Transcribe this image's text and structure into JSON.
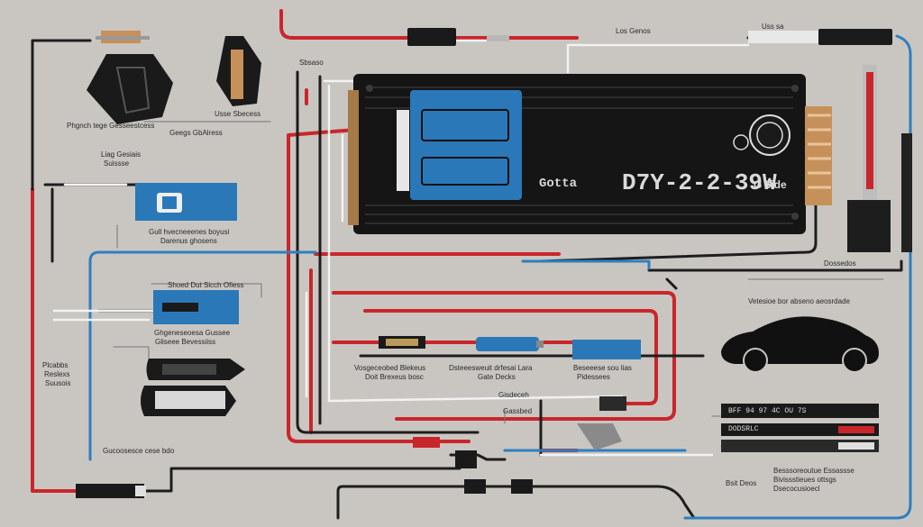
{
  "colors": {
    "background": "#c9c6c1",
    "wire_red": "#c9262b",
    "wire_black": "#1e1e1e",
    "wire_blue": "#2f7fc0",
    "wire_white": "#f2f2f2",
    "inverter_body": "#151515",
    "accent_blue": "#2b78b8"
  },
  "inverter": {
    "model_text": "D7Y-2-2-39W",
    "side_text": "G 5ide",
    "brand_text": "Gotta"
  },
  "labels": {
    "top_right_1": "Los Genos",
    "top_right_2": "Uss sa",
    "top_left_a": "Sbsaso",
    "component_1": "Phgnch tege Gesseestcess",
    "component_2": "Usse Sbecess",
    "component_3": "Geegs GbAlress",
    "component_4a": "Liag Gesiais",
    "component_4b": "Suissse",
    "component_5a": "Gull hvecneeenes boyusi",
    "component_5b": "Darenus ghosens",
    "component_6": "Shoed Dut Sicch Ofiess",
    "component_7a": "Ghgeneseoesa Gussee",
    "component_7b": "Gliseee Bevessiiss",
    "left_a": "Plcabbs",
    "left_b": "Reslexs",
    "left_c": "Suusois",
    "mid_1a": "Vosgeceobed Blekeus",
    "mid_1b": "Doit Brexeus bosc",
    "mid_2a": "Dsteeesweuit drfesai Lara",
    "mid_2b": "Gate Decks",
    "mid_3a": "Beseeese sou lias",
    "mid_3b": "Pidessees",
    "mid_4": "Gisdeceh",
    "mid_5": "Gassbed",
    "bottom_left": "Gucoosesce cese bdo",
    "right_a": "Dossedos",
    "right_b": "Vetesioe bor abseno aeosrdade",
    "right_c1": "Besssoreoutue Essassse",
    "right_c2": "Bivissstieues ottsgs",
    "right_c3": "Dsecocusioecl",
    "right_d": "Bsit Deos",
    "rail_text_1": "BFF 94 97 4C    OU 7S",
    "rail_text_2": "DODSRLC"
  }
}
